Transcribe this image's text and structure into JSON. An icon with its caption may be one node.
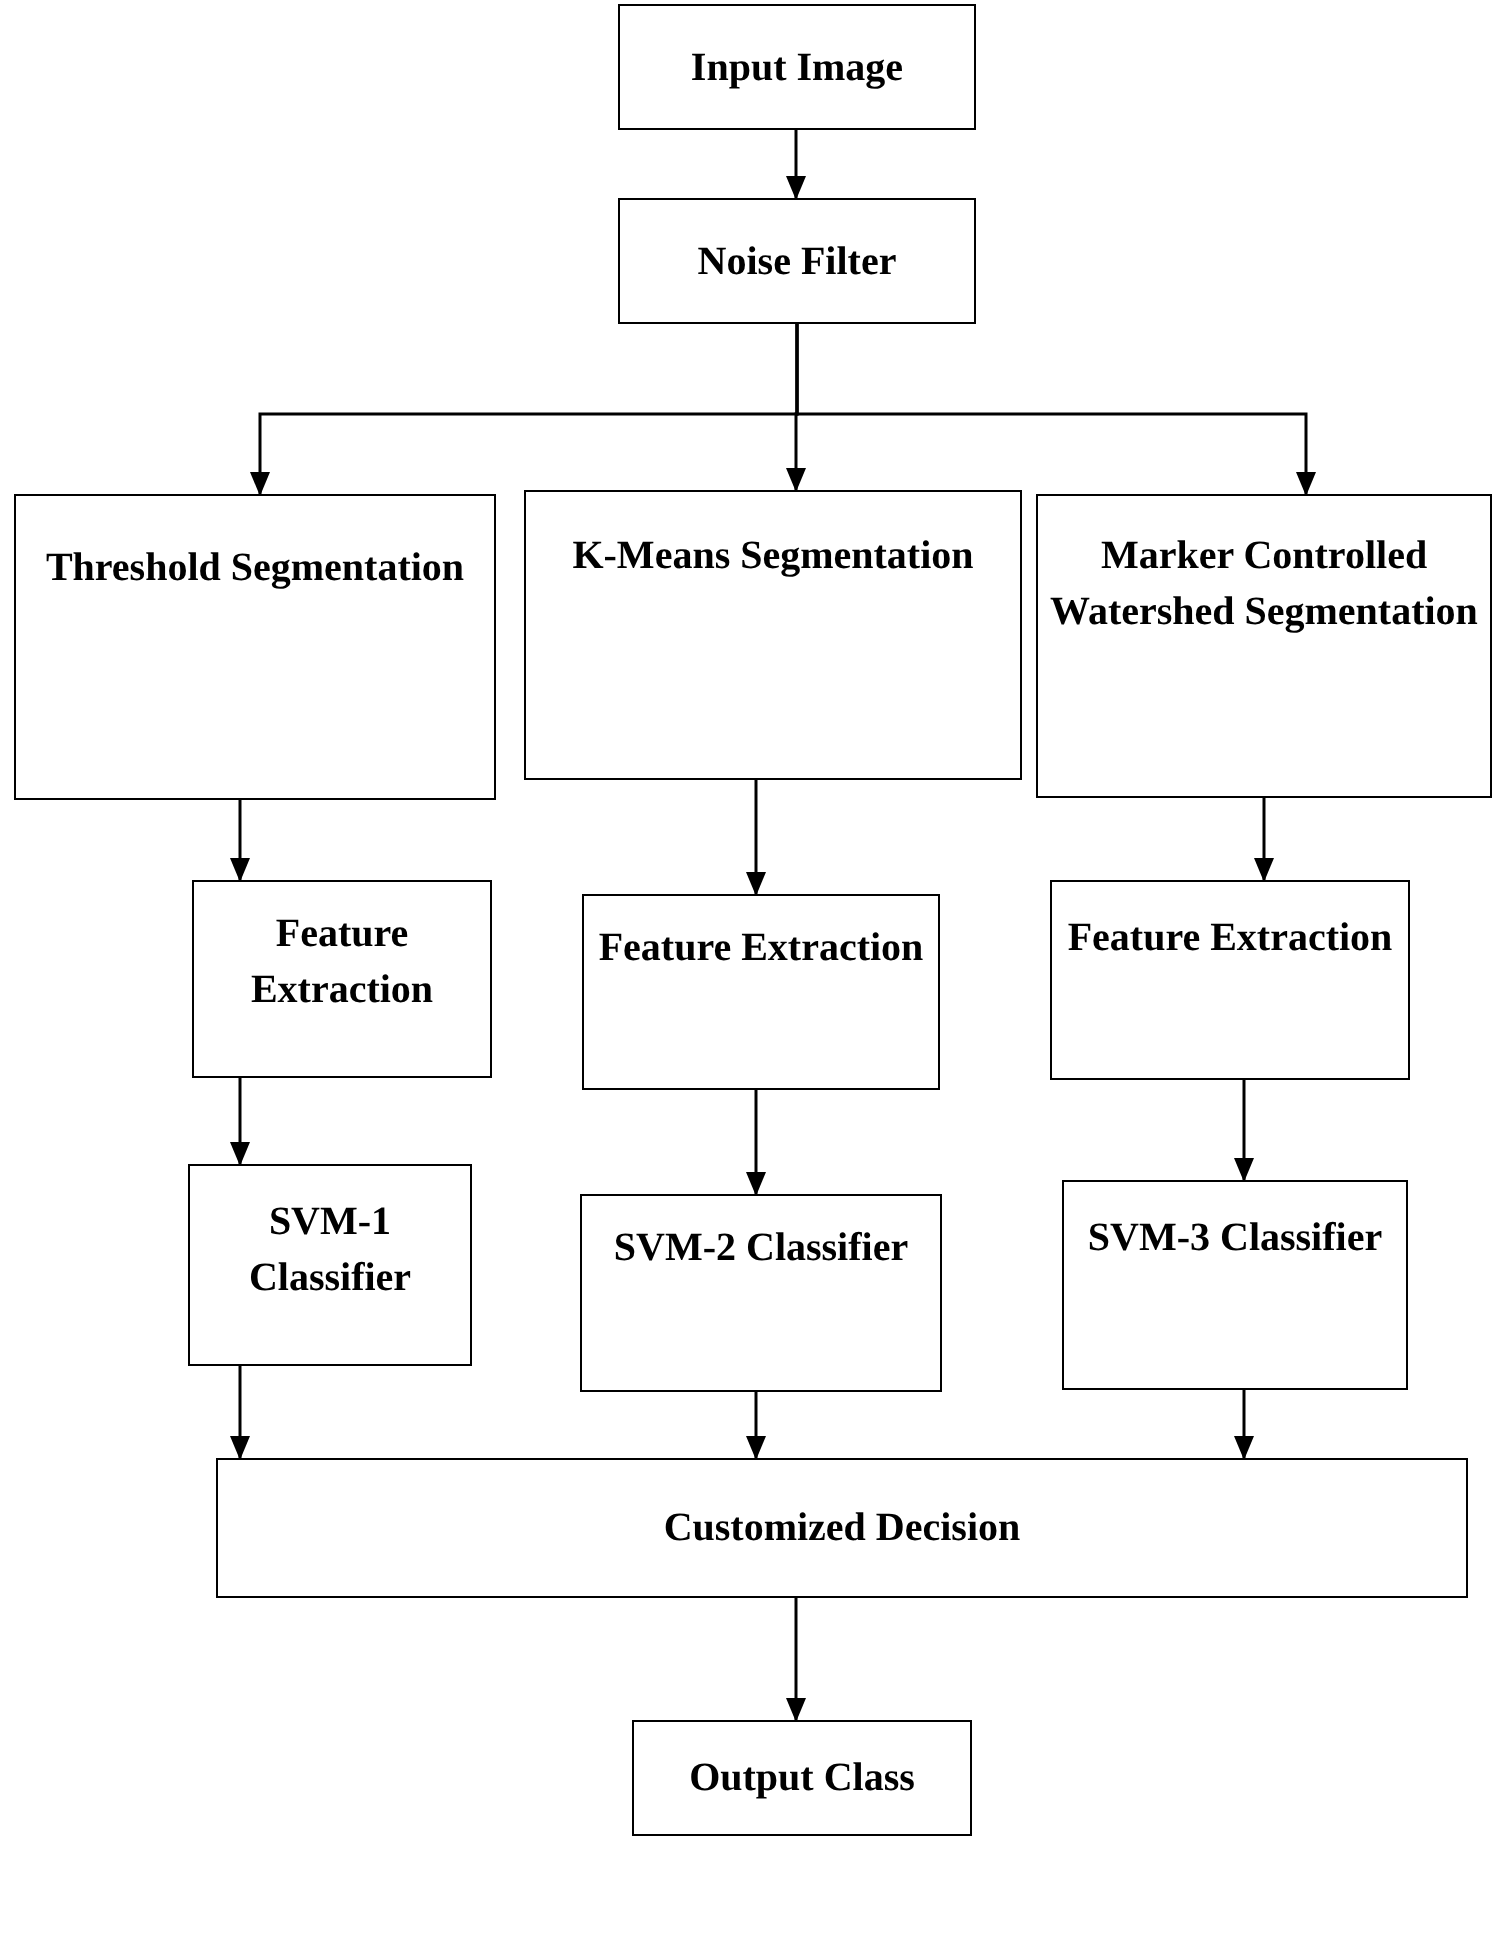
{
  "diagram": {
    "nodes": [
      {
        "text": [
          "Input Image"
        ]
      },
      {
        "text": [
          "Noise Filter"
        ]
      },
      {
        "text": [
          "Threshold Segmentation"
        ]
      },
      {
        "text": [
          "K-Means Segmentation"
        ]
      },
      {
        "text": [
          "Marker Controlled Watershed Segmentation"
        ]
      },
      {
        "text": [
          "Feature Extraction"
        ]
      },
      {
        "text": [
          "Feature Extraction"
        ]
      },
      {
        "text": [
          "Feature Extraction"
        ]
      },
      {
        "text": [
          "SVM-1 Classifier"
        ]
      },
      {
        "text": [
          "SVM-2 Classifier"
        ]
      },
      {
        "text": [
          "SVM-3 Classifier"
        ]
      },
      {
        "text": [
          "Customized Decision"
        ]
      },
      {
        "text": [
          "Output Class"
        ]
      }
    ],
    "edges": [
      {
        "from": 0,
        "to": 1,
        "arrow": "to"
      },
      {
        "from": 1,
        "to": 2,
        "arrow": "to"
      },
      {
        "from": 1,
        "to": 3,
        "arrow": "to"
      },
      {
        "from": 1,
        "to": 4,
        "arrow": "to"
      },
      {
        "from": 2,
        "to": 5,
        "arrow": "to"
      },
      {
        "from": 3,
        "to": 6,
        "arrow": "to"
      },
      {
        "from": 4,
        "to": 7,
        "arrow": "to"
      },
      {
        "from": 5,
        "to": 8,
        "arrow": "to"
      },
      {
        "from": 6,
        "to": 9,
        "arrow": "to"
      },
      {
        "from": 7,
        "to": 10,
        "arrow": "to"
      },
      {
        "from": 8,
        "to": 11,
        "arrow": "to"
      },
      {
        "from": 9,
        "to": 11,
        "arrow": "to"
      },
      {
        "from": 10,
        "to": 11,
        "arrow": "to"
      },
      {
        "from": 11,
        "to": 12,
        "arrow": "to"
      }
    ]
  }
}
